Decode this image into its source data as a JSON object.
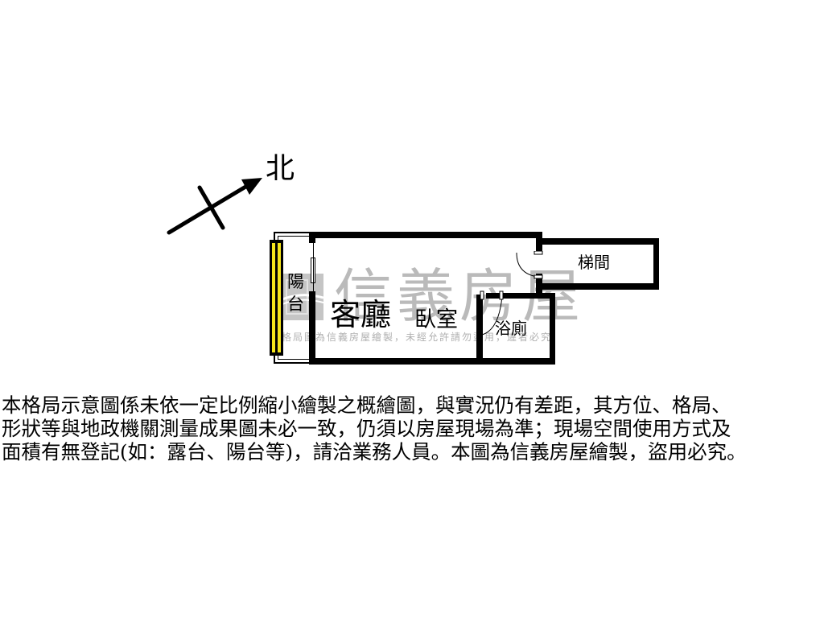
{
  "compass": {
    "north_label": "北"
  },
  "rooms": {
    "balcony": {
      "label_line1": "陽",
      "label_line2": "台"
    },
    "living_room": {
      "label": "客廳"
    },
    "bedroom": {
      "label": "臥室"
    },
    "bathroom": {
      "label": "浴廁"
    },
    "stairwell": {
      "label": "梯間"
    }
  },
  "watermark": {
    "brand": "信義房屋",
    "notice": "本格局圖為信義房屋繪製，未經允許請勿盜用，違者必究"
  },
  "disclaimer": {
    "lines": [
      "本格局示意圖係未依一定比例縮小繪製之概繪圖，與實況仍有差距，其方位、格局、",
      "形狀等與地政機關測量成果圖未必一致，仍須以房屋現場為準；現場空間使用方式及",
      "面積有無登記(如：露台、陽台等)，請洽業務人員。本圖為信義房屋繪製，盜用必究。"
    ]
  },
  "colors": {
    "wall": "#000000",
    "window_glass": "#f5e51b",
    "watermark": "#8c8c8c",
    "background": "#ffffff"
  }
}
